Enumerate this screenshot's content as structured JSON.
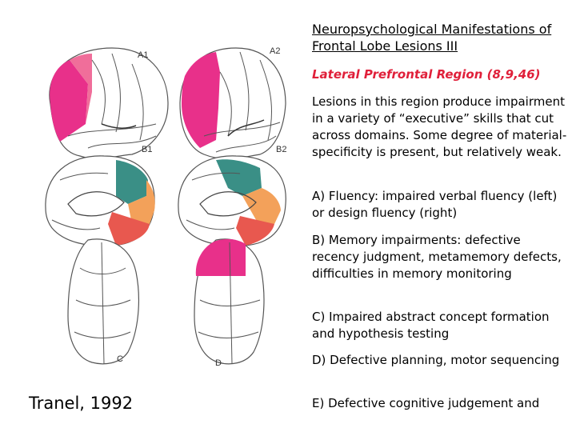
{
  "title": "Neuropsychological Manifestations of Frontal Lobe Lesions III",
  "subtitle": "Lateral Prefrontal Region (8,9,46)",
  "intro": "Lesions in this region produce impairment in a variety of “executive” skills that cut across domains.  Some degree of material-specificity is present, but relatively weak.",
  "items": [
    {
      "text": "A)  Fluency:  impaired verbal fluency (left) or design fluency (right)"
    },
    {
      "text": "B) Memory impairments:  defective recency judgment, metamemory defects, difficulties in memory monitoring"
    },
    {
      "text": "C)  Impaired abstract concept formation and hypothesis testing"
    },
    {
      "text": "D)  Defective planning, motor sequencing"
    },
    {
      "text": "E)  Defective cognitive judgement and"
    }
  ],
  "citation": "Tranel, 1992",
  "figure": {
    "labels": {
      "a1": "A1",
      "a2": "A2",
      "b1": "B1",
      "b2": "B2",
      "c": "C",
      "d": "D"
    },
    "colors": {
      "magenta": "#e8308a",
      "pink": "#f06e9a",
      "teal": "#3a8f86",
      "orange": "#f3a15a",
      "red": "#e8584f"
    }
  }
}
